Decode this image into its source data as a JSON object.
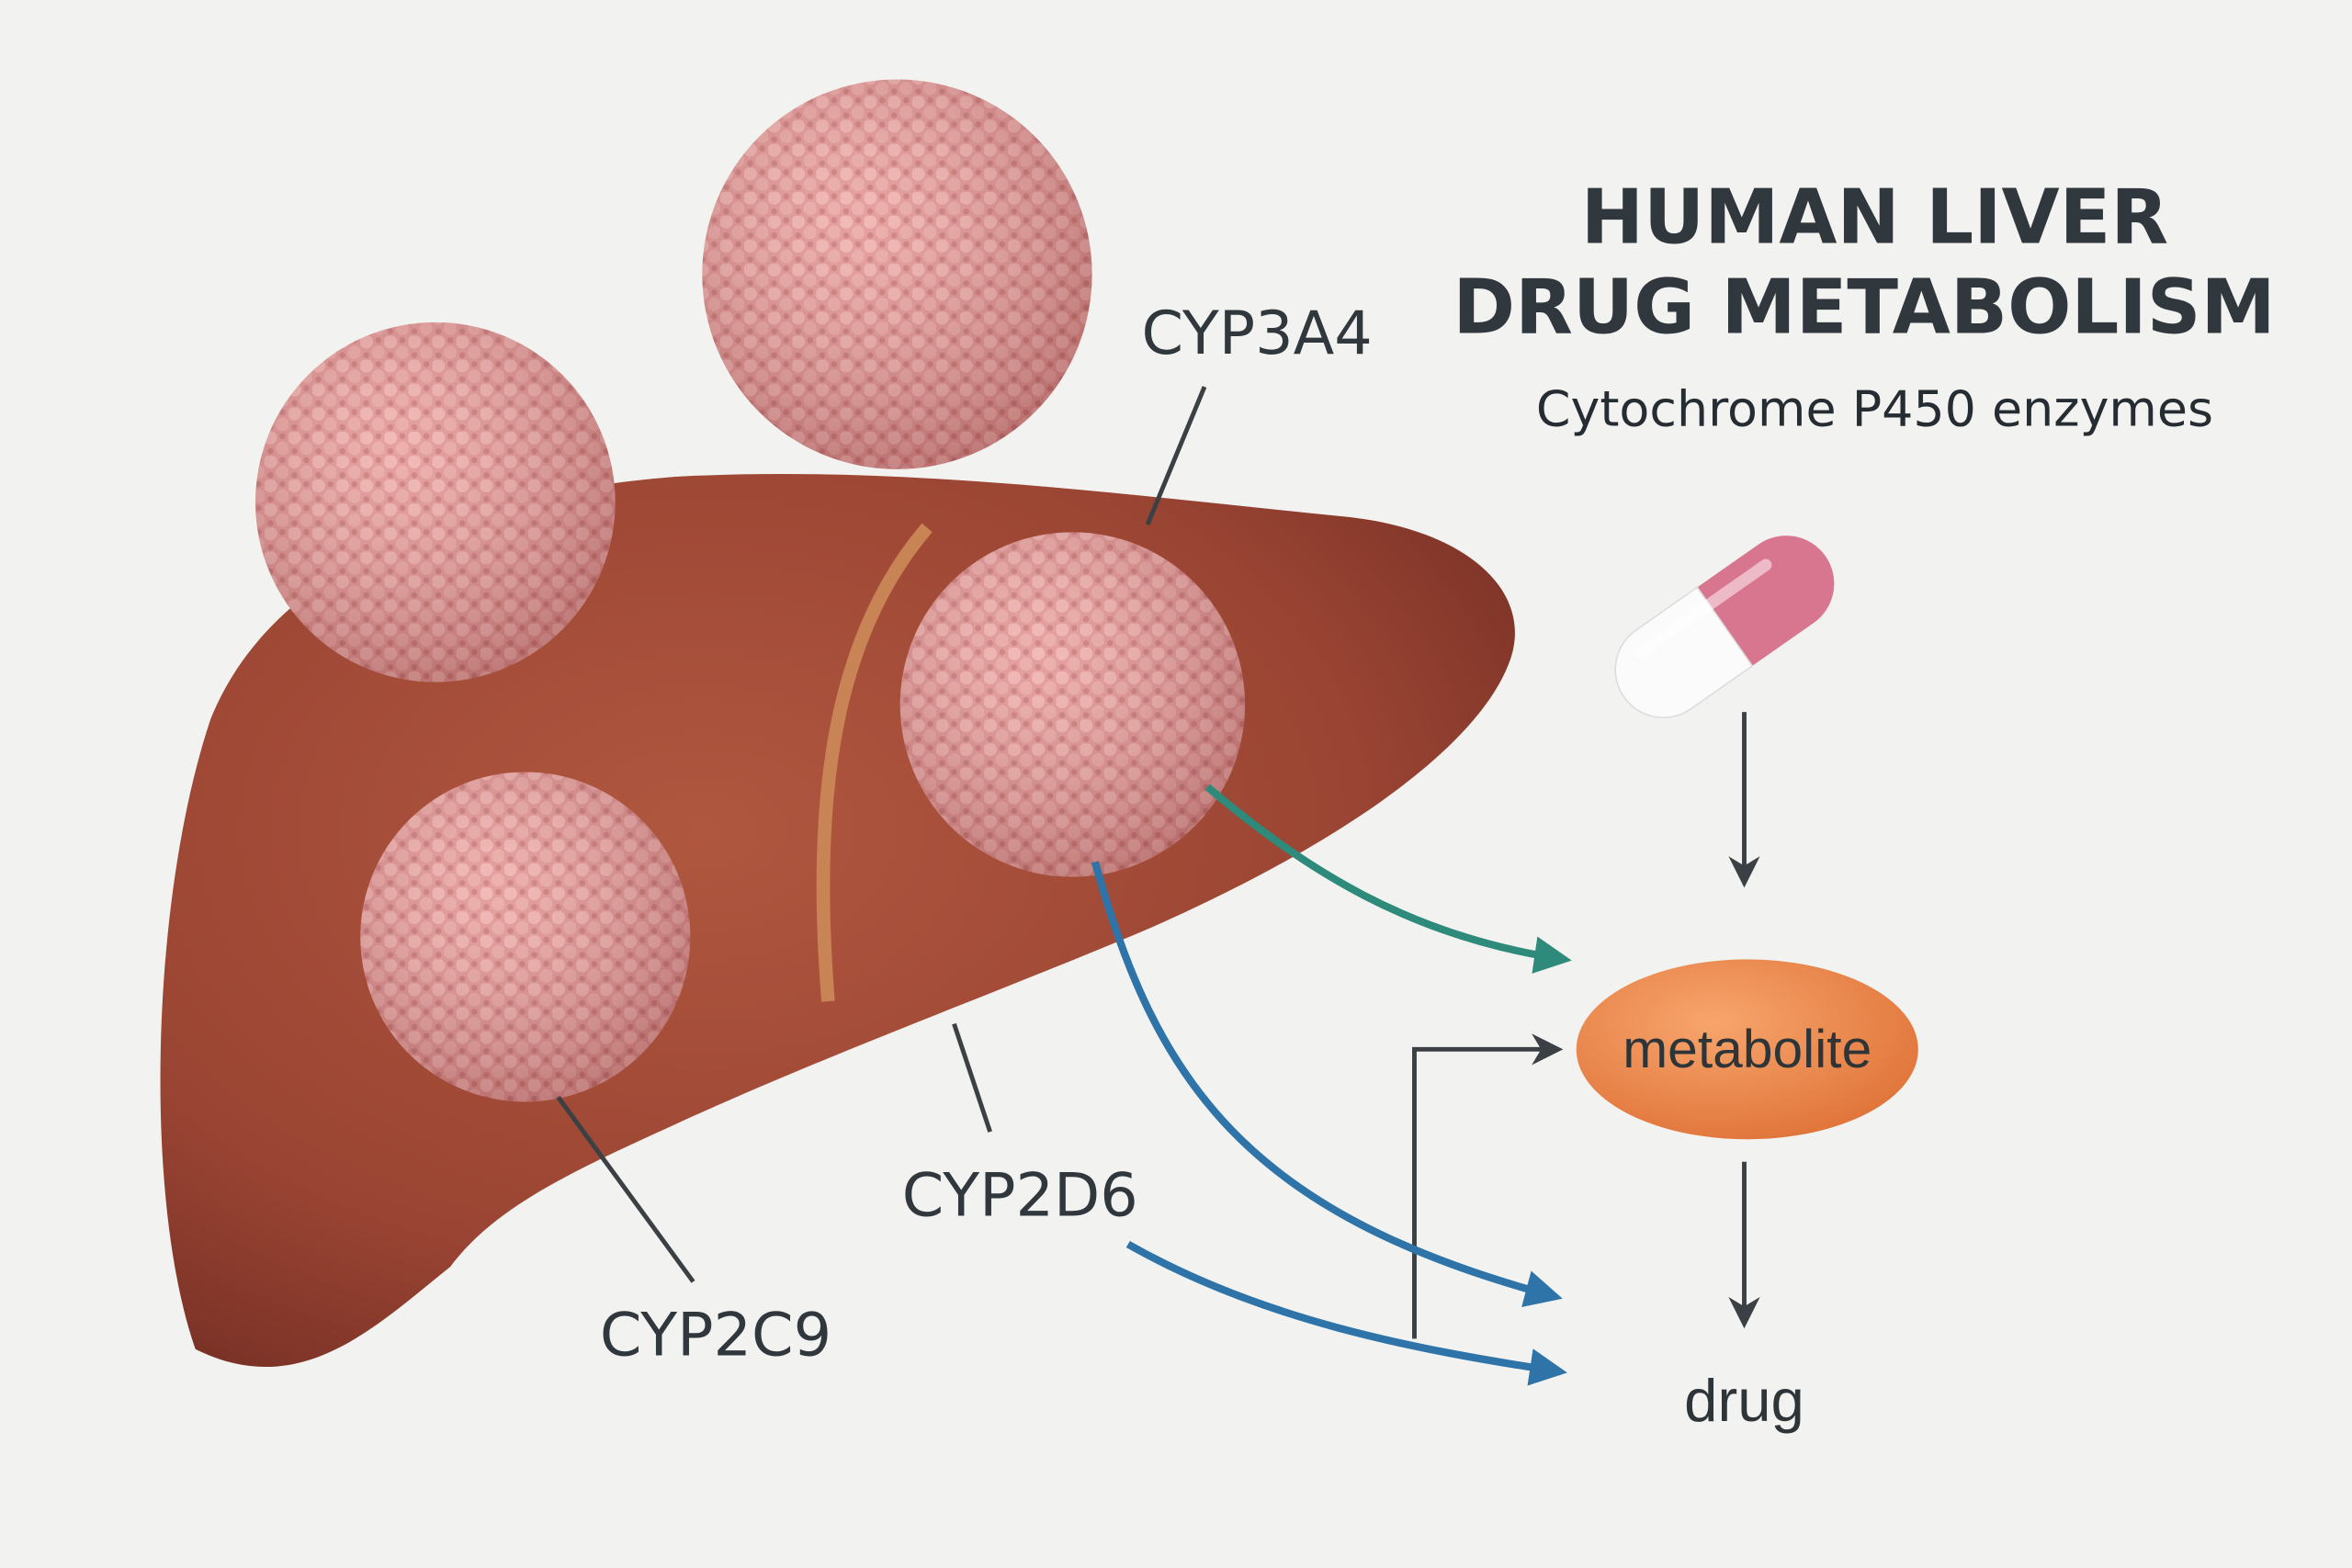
{
  "title": {
    "line1": "HUMAN LIVER",
    "line2": "DRUG METABOLISM",
    "subtitle": "Cytochrome P450 enzymes"
  },
  "enzymes": {
    "cyp3a4": "CYP3A4",
    "cyp2d6": "CYP2D6",
    "cyp2c9": "CYP2C9"
  },
  "pathway": {
    "metabolite": "metabolite",
    "drug": "drug"
  },
  "colors": {
    "background": "#f2f2f0",
    "liver": "#9e4735",
    "enzyme": "#e79a98",
    "metabolite": "#ee8a4a",
    "green_arrow": "#2e8a7a",
    "blue_arrow": "#2e74a8",
    "pill_top": "#d9768f",
    "text": "#30383d"
  }
}
